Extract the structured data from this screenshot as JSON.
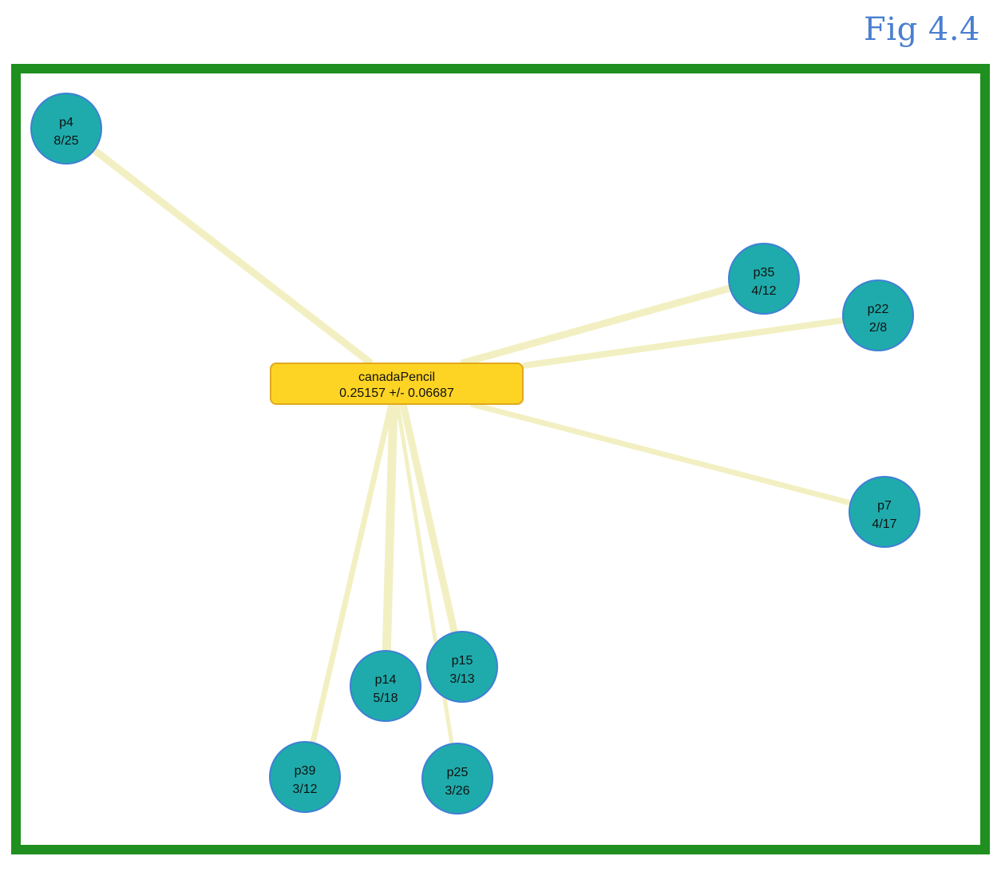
{
  "figure_label": "Fig 4.4",
  "colors": {
    "frame": "#1f8f1f",
    "edge": "#f2f0c2",
    "node_fill": "#1fabab",
    "node_stroke": "#3f7fd6",
    "center_fill": "#fdd424",
    "center_stroke": "#e0a81e"
  },
  "center": {
    "name": "canadaPencil",
    "value": "0.25157 +/- 0.06687"
  },
  "nodes": [
    {
      "id": "p4",
      "label": "p4",
      "value": "8/25"
    },
    {
      "id": "p35",
      "label": "p35",
      "value": "4/12"
    },
    {
      "id": "p22",
      "label": "p22",
      "value": "2/8"
    },
    {
      "id": "p7",
      "label": "p7",
      "value": "4/17"
    },
    {
      "id": "p15",
      "label": "p15",
      "value": "3/13"
    },
    {
      "id": "p14",
      "label": "p14",
      "value": "5/18"
    },
    {
      "id": "p39",
      "label": "p39",
      "value": "3/12"
    },
    {
      "id": "p25",
      "label": "p25",
      "value": "3/26"
    }
  ]
}
